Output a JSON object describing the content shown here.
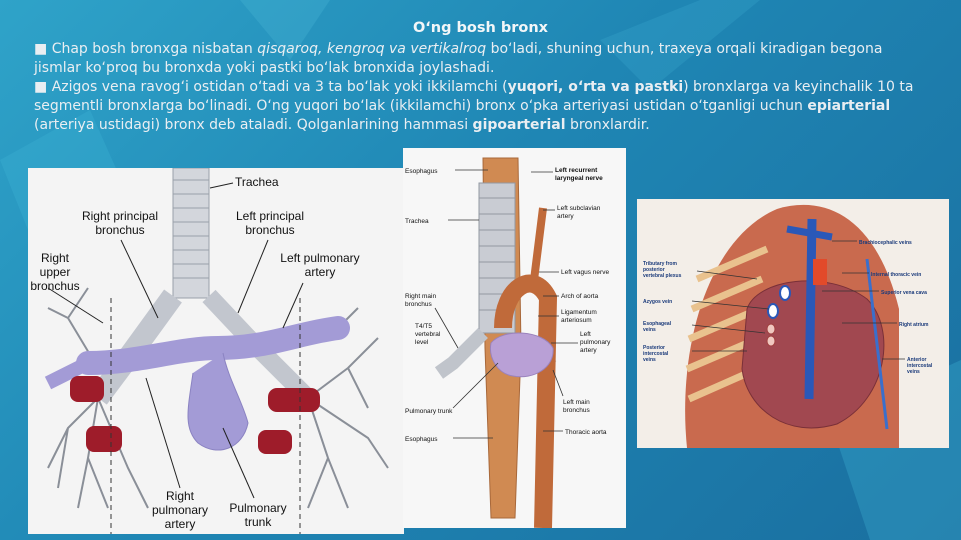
{
  "slide": {
    "title": "O‘ng bosh bronx",
    "p1": {
      "bullet": "■",
      "a": "Chap bosh bronxga nisbatan ",
      "b": "qisqaroq, kengroq va vertikalroq",
      "c": " bo‘ladi, shuning uchun, traxeya orqali kiradigan begona jismlar ko‘proq bu bronxda yoki pastki bo‘lak bronxida joylashadi."
    },
    "p2": {
      "bullet": "■",
      "a": "Azigos vena ravog‘i ostidan o‘tadi va 3 ta bo‘lak yoki ikkilamchi (",
      "b": "yuqori, o‘rta va pastki",
      "c": ") bronxlarga va keyinchalik 10 ta segmentli bronxlarga bo‘linadi. O‘ng yuqori bo‘lak (ikkilamchi) bronx o‘pka arteriyasi ustidan o‘tganligi uchun ",
      "d": "epiarterial",
      "e": " (arteriya ustidagi) bronx deb ataladi. Qolganlarining hammasi ",
      "f": "gipoarterial",
      "g": " bronxlardir."
    }
  },
  "fig_left": {
    "trachea": "Trachea",
    "right_principal_l1": "Right principal",
    "right_principal_l2": "bronchus",
    "left_principal_l1": "Left principal",
    "left_principal_l2": "bronchus",
    "right_upper_l1": "Right",
    "right_upper_l2": "upper",
    "right_upper_l3": "bronchus",
    "left_pulm_l1": "Left pulmonary",
    "left_pulm_l2": "artery",
    "right_pulm_l1": "Right",
    "right_pulm_l2": "pulmonary",
    "right_pulm_l3": "artery",
    "pulm_trunk_l1": "Pulmonary",
    "pulm_trunk_l2": "trunk"
  },
  "fig_mid": {
    "esophagus_top": "Esophagus",
    "trachea": "Trachea",
    "right_main_l1": "Right main",
    "right_main_l2": "bronchus",
    "t4_l1": "T4/T5",
    "t4_l2": "vertebral",
    "t4_l3": "level",
    "pulm_trunk": "Pulmonary trunk",
    "esophagus_bottom": "Esophagus",
    "left_recurrent_l1": "Left recurrent",
    "left_recurrent_l2": "laryngeal nerve",
    "left_subclavian_l1": "Left subclavian",
    "left_subclavian_l2": "artery",
    "left_vagus": "Left vagus nerve",
    "arch_aorta": "Arch of aorta",
    "lig_l1": "Ligamentum",
    "lig_l2": "arteriosum",
    "left_pulm_l1": "Left",
    "left_pulm_l2": "pulmonary",
    "left_pulm_l3": "artery",
    "left_main_l1": "Left main",
    "left_main_l2": "bronchus",
    "thoracic_aorta": "Thoracic aorta"
  },
  "fig_right": {
    "brachio": "Brachiocephalic veins",
    "internal_thoracic": "Internal thoracic vein",
    "svc": "Superior vena cava",
    "right_atrium": "Right atrium",
    "ant_intercostal_l1": "Anterior",
    "ant_intercostal_l2": "intercostal",
    "ant_intercostal_l3": "veins",
    "tributary_l1": "Tributary from",
    "tributary_l2": "posterior",
    "tributary_l3": "vertebral plexus",
    "azygos": "Azygos vein",
    "esophageal_l1": "Esophageal",
    "esophageal_l2": "veins",
    "post_intercostal_l1": "Posterior",
    "post_intercostal_l2": "intercostal",
    "post_intercostal_l3": "veins"
  },
  "colors": {
    "bg_top": "#2fa3c9",
    "bg_bottom": "#1a6fa0",
    "artery_lilac": "#a39bd6",
    "vessel_red": "#9e1c2a",
    "trachea_grey": "#cdd1d8",
    "esophagus": "#d08a52"
  }
}
